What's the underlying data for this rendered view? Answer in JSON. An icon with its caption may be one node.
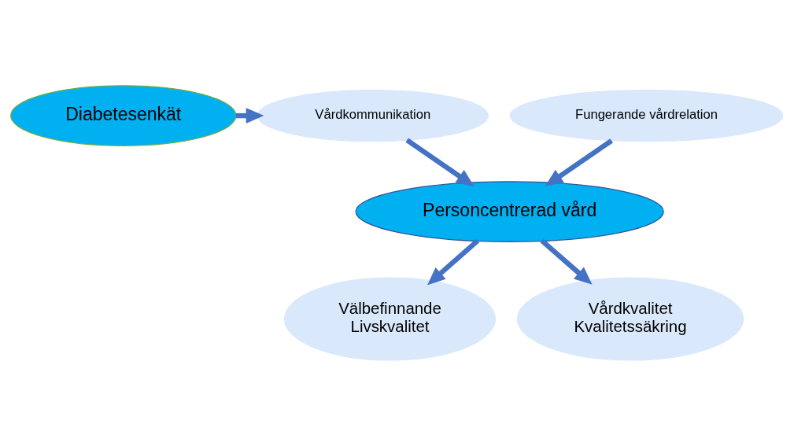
{
  "diagram": {
    "nodes": [
      {
        "text": [
          "Diabetesenkät"
        ]
      },
      {
        "text": [
          "Vårdkommunikation"
        ]
      },
      {
        "text": [
          "Fungerande vårdrelation"
        ]
      },
      {
        "text": [
          "Personcentrerad vård"
        ]
      },
      {
        "text": [
          "Välbefinnande",
          "Livskvalitet"
        ]
      },
      {
        "text": [
          "Vårdkvalitet",
          "Kvalitetssäkring"
        ]
      }
    ],
    "edges": [
      {
        "from": 0,
        "to": 1,
        "arrow": "to"
      },
      {
        "from": 1,
        "to": 3,
        "arrow": "to"
      },
      {
        "from": 2,
        "to": 3,
        "arrow": "to"
      },
      {
        "from": 3,
        "to": 4,
        "arrow": "to"
      },
      {
        "from": 3,
        "to": 5,
        "arrow": "to"
      }
    ]
  }
}
